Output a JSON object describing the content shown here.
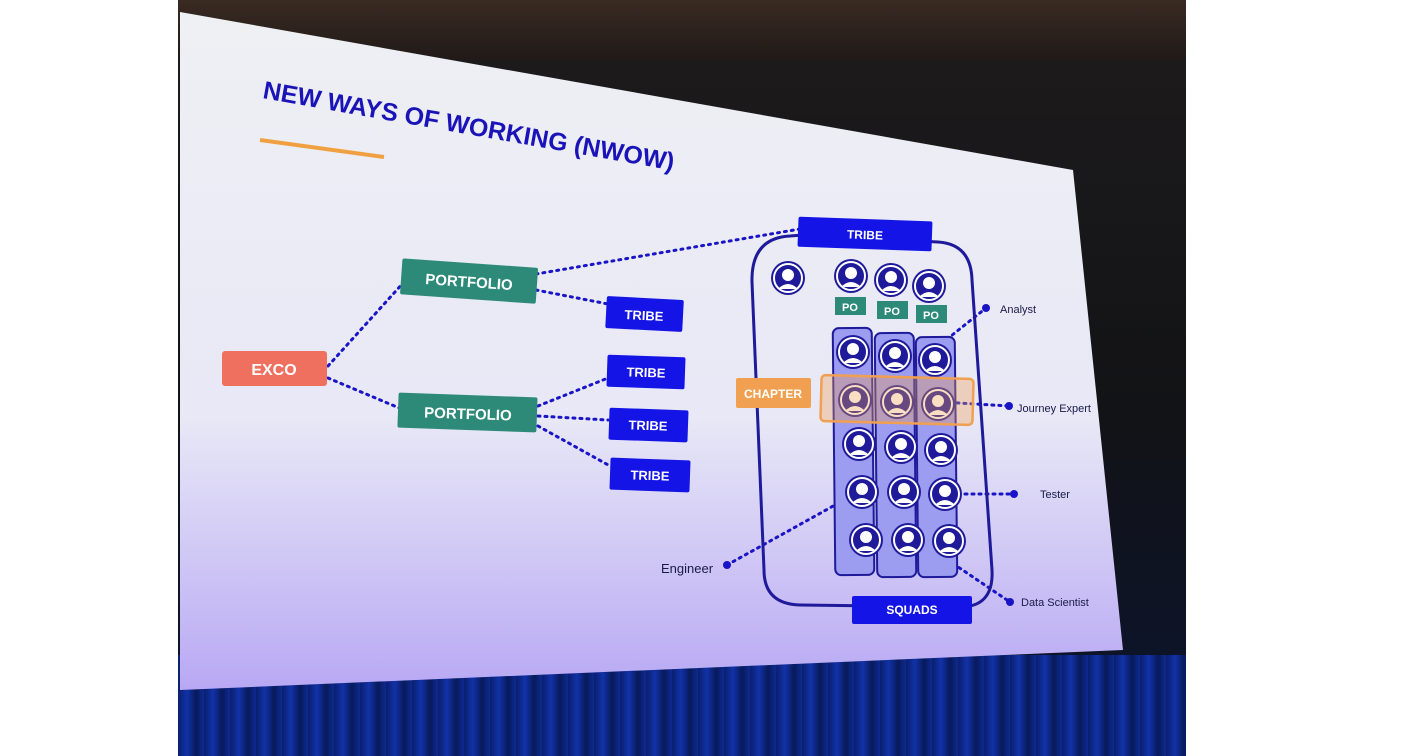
{
  "slide": {
    "title": "NEW WAYS OF WORKING (NWOW)",
    "accent_color": "#f0a040",
    "title_color": "#1a14b8"
  },
  "nodes": {
    "exco": "EXCO",
    "portfolio_top": "PORTFOLIO",
    "portfolio_bottom": "PORTFOLIO",
    "tribe_1": "TRIBE",
    "tribe_2": "TRIBE",
    "tribe_3": "TRIBE",
    "tribe_4": "TRIBE",
    "tribe_header": "TRIBE",
    "squads": "SQUADS",
    "chapter": "CHAPTER",
    "po_1": "PO",
    "po_2": "PO",
    "po_3": "PO"
  },
  "roles": {
    "analyst": "Analyst",
    "journey_expert": "Journey Expert",
    "tester": "Tester",
    "engineer": "Engineer",
    "data_scientist": "Data Scientist"
  },
  "colors": {
    "exco": "#f07060",
    "portfolio": "#2e8a78",
    "tribe": "#1414e6",
    "chapter": "#f0a050",
    "squad_fill": "#9c9cf0",
    "line": "#1a14c8"
  }
}
